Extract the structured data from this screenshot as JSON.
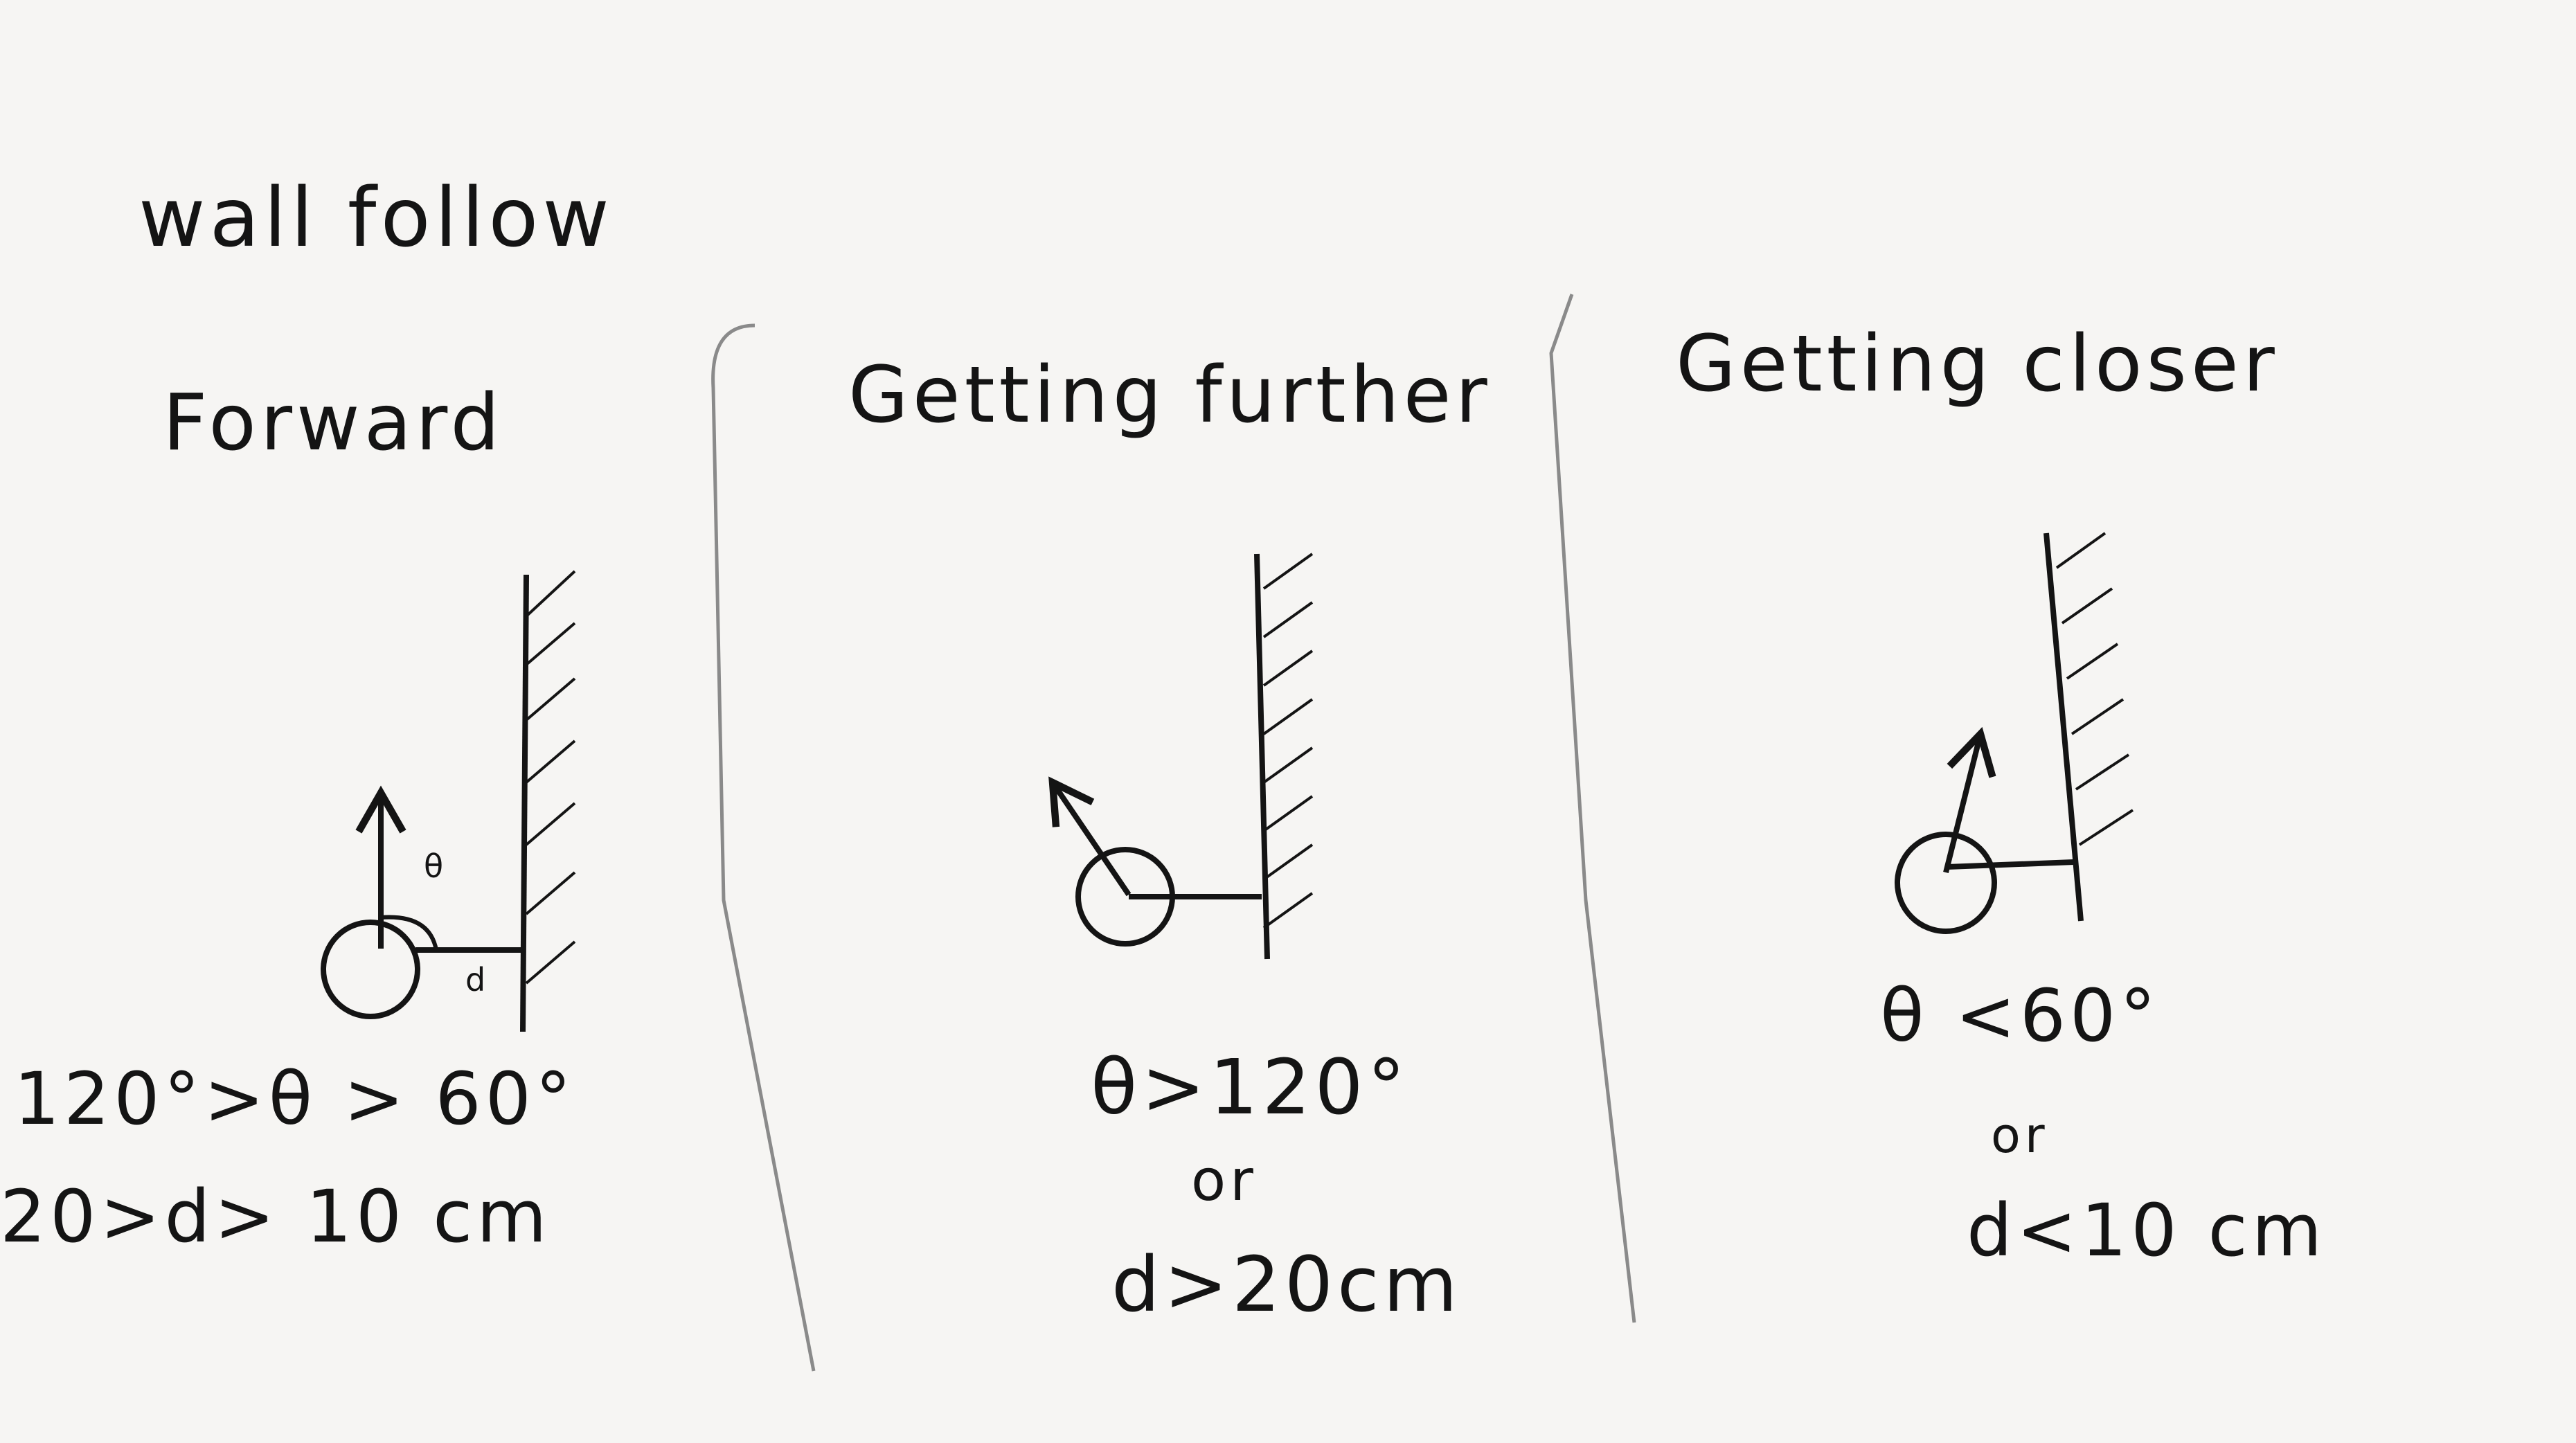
{
  "title": "wall follow",
  "panels": [
    {
      "heading": "Forward",
      "theta_label": "θ",
      "d_label": "d",
      "conditions": [
        "120°>θ > 60°",
        "20>d> 10 cm"
      ]
    },
    {
      "heading": "Getting further",
      "conditions": [
        "θ>120°",
        "or",
        "d>20cm"
      ]
    },
    {
      "heading": "Getting closer",
      "conditions": [
        "θ <60°",
        "or",
        "d<10 cm"
      ]
    }
  ],
  "colors": {
    "ink": "#141414",
    "paper": "#f6f5f3",
    "divider": "#8a8a8a"
  }
}
